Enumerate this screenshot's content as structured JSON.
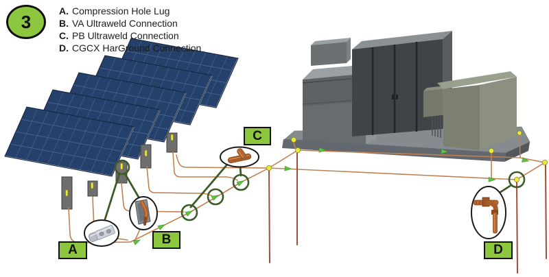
{
  "figure": {
    "number": "3"
  },
  "legend": [
    {
      "key": "A.",
      "label": "Compression Hole Lug"
    },
    {
      "key": "B.",
      "label": "VA Ultraweld Connection"
    },
    {
      "key": "C.",
      "label": "PB Ultraweld Connection"
    },
    {
      "key": "D.",
      "label": "CGCX HarGround Connection"
    }
  ],
  "callouts": [
    {
      "letter": "A"
    },
    {
      "letter": "B"
    },
    {
      "letter": "C"
    },
    {
      "letter": "D"
    }
  ],
  "scene": {
    "solar_panels_count": 5,
    "connection_markers": [
      "post-top",
      "pb-splice-1",
      "pb-splice-2",
      "pb-splice-3",
      "ground-rod-corner"
    ],
    "equipment": [
      "inverter-skid-pad",
      "transformer-left",
      "inverter-cabinet",
      "transformer-right"
    ]
  },
  "colors": {
    "label_green": "#8dc63f",
    "wire_copper": "#c08052",
    "ground_rod": "#9c4f38",
    "marker_green": "#3c5a26",
    "arrow_green": "#5cc23d",
    "junction_yellow": "#ece93c",
    "panel_blue": "#24406b"
  }
}
